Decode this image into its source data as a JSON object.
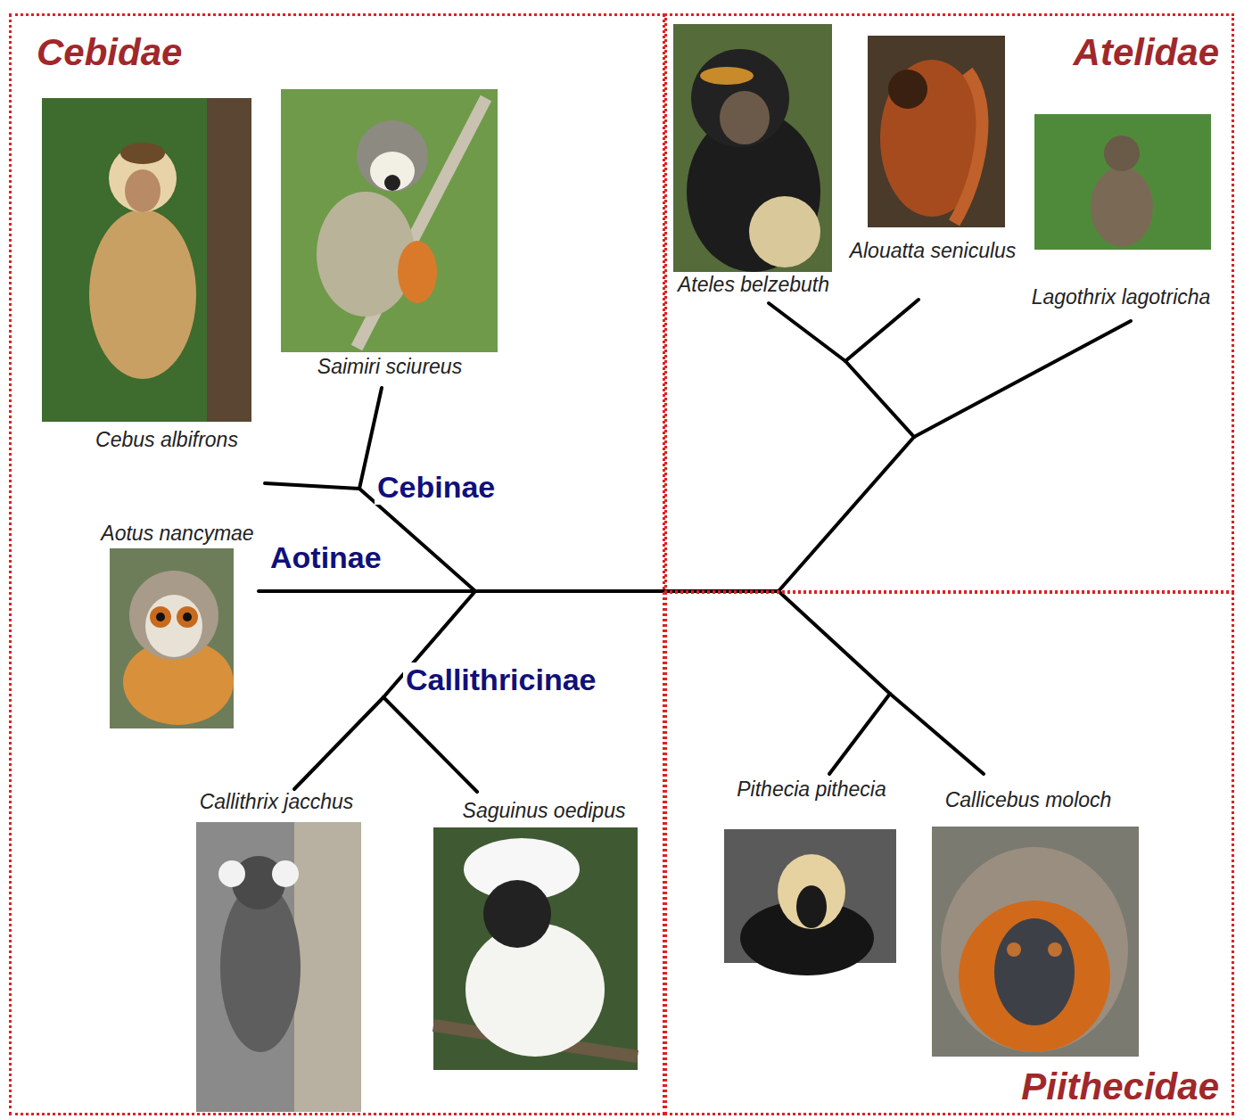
{
  "diagram": {
    "nodes": [
      {
        "text": [
          "Cebidae"
        ]
      },
      {
        "text": [
          "Atelidae"
        ]
      },
      {
        "text": [
          "Piithecidae"
        ]
      }
    ],
    "labels": [
      "Cebus albifrons",
      "Saimiri sciureus",
      "Cebinae",
      "Aotus nancymae",
      "Aotinae",
      "Callithricinae",
      "Callithrix jacchus",
      "Saguinus oedipus",
      "Ateles belzebuth",
      "Alouatta seniculus",
      "Lagothrix lagotricha",
      "Pithecia pithecia",
      "Callicebus moloch"
    ]
  }
}
